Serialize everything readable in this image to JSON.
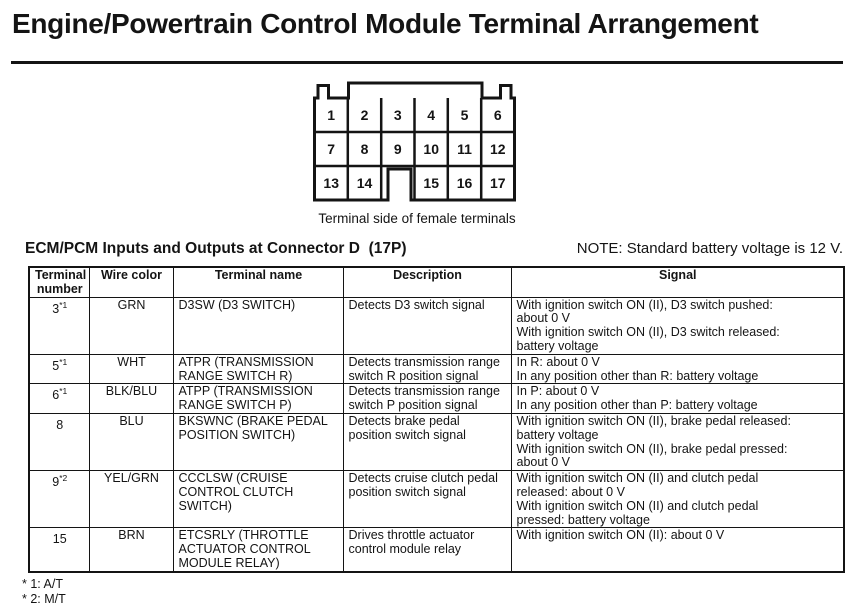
{
  "title": "Engine/Powertrain Control Module Terminal Arrangement",
  "connector": {
    "caption": "Terminal side of female terminals",
    "cells": [
      "1",
      "2",
      "3",
      "4",
      "5",
      "6",
      "7",
      "8",
      "9",
      "10",
      "11",
      "12",
      "13",
      "14",
      "15",
      "16",
      "17"
    ]
  },
  "section": {
    "heading": "ECM/PCM Inputs and Outputs at Connector D  (17P)",
    "note": "NOTE: Standard battery voltage is 12 V."
  },
  "table": {
    "headers": [
      "Terminal\nnumber",
      "Wire color",
      "Terminal name",
      "Description",
      "Signal"
    ],
    "rows": [
      {
        "terminal": "3",
        "footnote_ref": "*1",
        "wire_color": "GRN",
        "terminal_name": "D3SW (D3 SWITCH)",
        "description": "Detects D3 switch signal",
        "signal": "With ignition switch ON (II), D3 switch pushed:\nabout 0 V\nWith ignition switch ON (II), D3 switch released:\nbattery voltage"
      },
      {
        "terminal": "5",
        "footnote_ref": "*1",
        "wire_color": "WHT",
        "terminal_name": "ATPR (TRANSMISSION\nRANGE SWITCH R)",
        "description": "Detects transmission range\nswitch R position signal",
        "signal": "In R: about 0 V\nIn any position other than R: battery voltage"
      },
      {
        "terminal": "6",
        "footnote_ref": "*1",
        "wire_color": "BLK/BLU",
        "terminal_name": "ATPP (TRANSMISSION\nRANGE SWITCH P)",
        "description": "Detects transmission range\nswitch P position signal",
        "signal": "In P: about 0 V\nIn any position other than P: battery voltage"
      },
      {
        "terminal": "8",
        "footnote_ref": "",
        "wire_color": "BLU",
        "terminal_name": "BKSWNC (BRAKE PEDAL\nPOSITION SWITCH)",
        "description": "Detects brake pedal\nposition switch signal",
        "signal": "With ignition switch ON (II), brake pedal released:\nbattery voltage\nWith ignition switch ON (II), brake pedal pressed:\nabout 0 V"
      },
      {
        "terminal": "9",
        "footnote_ref": "*2",
        "wire_color": "YEL/GRN",
        "terminal_name": "CCCLSW (CRUISE\nCONTROL CLUTCH\nSWITCH)",
        "description": "Detects cruise clutch pedal\nposition switch signal",
        "signal": "With ignition switch ON (II) and clutch pedal\nreleased: about 0 V\nWith ignition switch ON (II) and clutch pedal\npressed: battery voltage"
      },
      {
        "terminal": "15",
        "footnote_ref": "",
        "wire_color": "BRN",
        "terminal_name": "ETCSRLY (THROTTLE\nACTUATOR CONTROL\nMODULE RELAY)",
        "description": "Drives throttle actuator\ncontrol module relay",
        "signal": "With ignition switch ON (II): about 0 V"
      }
    ]
  },
  "footnotes": [
    "* 1: A/T",
    "* 2: M/T"
  ],
  "colors": {
    "ink": "#141414",
    "paper": "#ffffff"
  }
}
